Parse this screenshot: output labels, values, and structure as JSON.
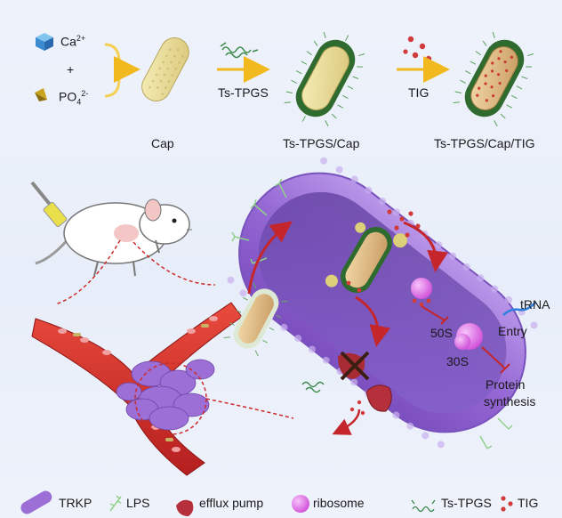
{
  "synthesis": {
    "ion1": "Ca",
    "ion1_charge": "2+",
    "plus": "+",
    "ion2": "PO",
    "ion2_sub": "4",
    "ion2_charge": "2-",
    "step1_reagent": "Ts-TPGS",
    "step2_reagent": "TIG",
    "product1": "Cap",
    "product2": "Ts-TPGS/Cap",
    "product3": "Ts-TPGS/Cap/TIG"
  },
  "mechanism": {
    "trna": "tRNA",
    "entry": "Entry",
    "sub50": "50S",
    "sub30": "30S",
    "protein_synthesis_line1": "Protein",
    "protein_synthesis_line2": "synthesis"
  },
  "legend": [
    {
      "label": "TRKP",
      "icon": "bacterium-icon",
      "color": "#9b6fd6"
    },
    {
      "label": "LPS",
      "icon": "lps-icon",
      "color": "#8fd08a"
    },
    {
      "label": "efflux pump",
      "icon": "efflux-pump-icon",
      "color": "#b5303a"
    },
    {
      "label": "ribosome",
      "icon": "ribosome-icon",
      "color": "#e070e8"
    },
    {
      "label": "Ts-TPGS",
      "icon": "ts-tpgs-icon",
      "color": "#3c8a4a"
    },
    {
      "label": "TIG",
      "icon": "tig-icon",
      "color": "#c8333a"
    }
  ]
}
